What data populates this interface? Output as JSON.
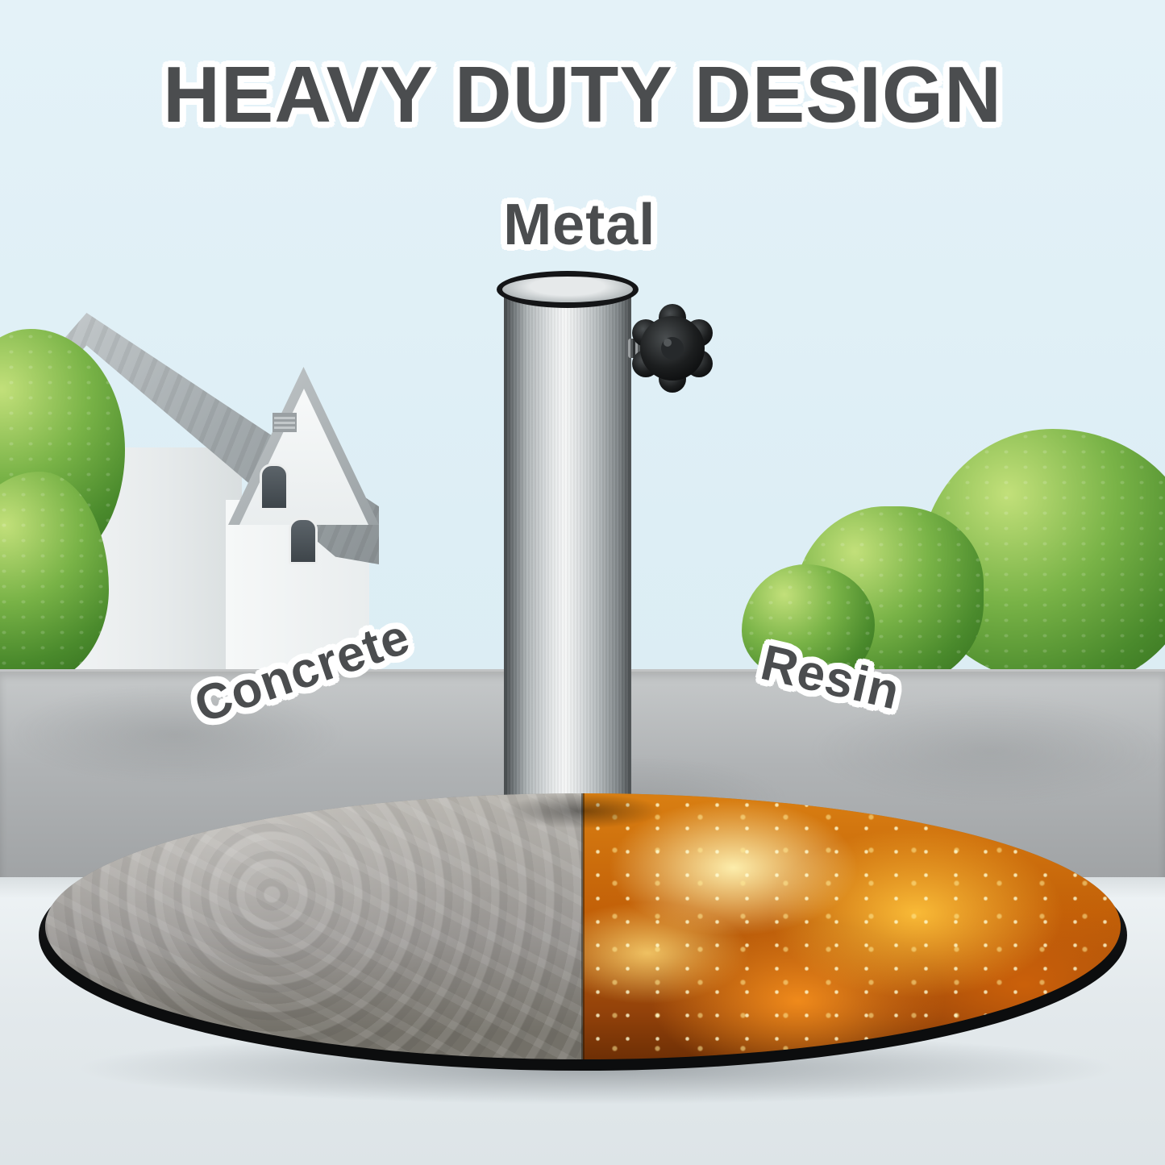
{
  "page": {
    "title": "HEAVY DUTY DESIGN"
  },
  "annotations": {
    "metal": "Metal",
    "concrete": "Concrete",
    "resin": "Resin"
  },
  "colors": {
    "text": "#4b4d4f",
    "text_outline": "#ffffff",
    "resin_primary": "#e07a10",
    "concrete_gray": "#9e9c97",
    "metal_silver": "#d9dcdd",
    "sky": "#dfeef5",
    "rim_black": "#0c0d0e"
  }
}
